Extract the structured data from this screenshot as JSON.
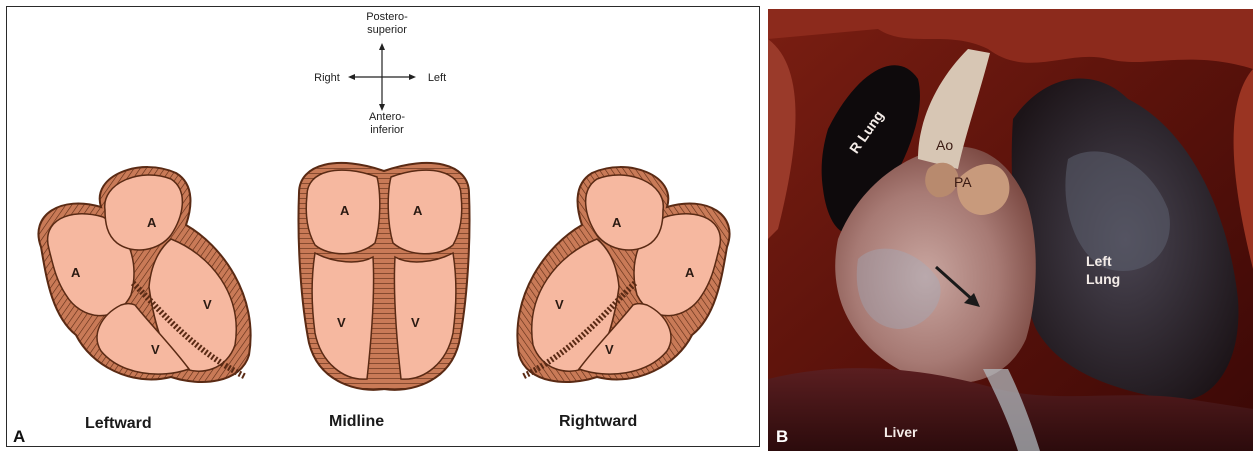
{
  "panel_a": {
    "letter": "A",
    "orientation": {
      "top": "Postero-\nsuperior",
      "left": "Right",
      "right": "Left",
      "bottom": "Antero-\ninferior"
    },
    "hearts": [
      {
        "caption": "Leftward",
        "chambers": [
          "A",
          "A",
          "V",
          "V"
        ]
      },
      {
        "caption": "Midline",
        "chambers": [
          "A",
          "A",
          "V",
          "V"
        ]
      },
      {
        "caption": "Rightward",
        "chambers": [
          "A",
          "A",
          "V",
          "V"
        ]
      }
    ],
    "colors": {
      "chamber_fill": "#f6b8a0",
      "chamber_outline": "#5a2a14",
      "wall": "#c97a57"
    }
  },
  "panel_b": {
    "letter": "B",
    "labels": {
      "r_lung": "R Lung",
      "ao": "Ao",
      "pa": "PA",
      "left_lung": "Left\nLung",
      "liver": "Liver"
    }
  }
}
